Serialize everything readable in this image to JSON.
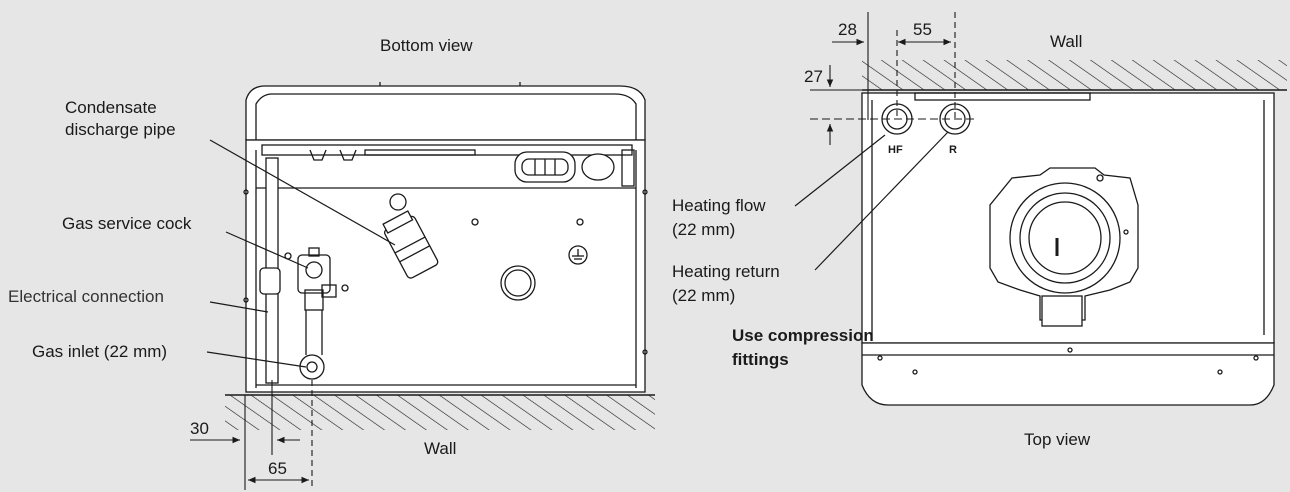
{
  "bottom_view": {
    "title": "Bottom view",
    "wall": "Wall",
    "labels": {
      "condensate_line1": "Condensate",
      "condensate_line2": "discharge pipe",
      "gas_cock": "Gas service cock",
      "electrical": "Electrical connection",
      "gas_inlet": "Gas inlet (22 mm)"
    },
    "dimensions": {
      "d30": "30",
      "d65": "65"
    }
  },
  "top_view": {
    "title": "Top view",
    "wall": "Wall",
    "labels": {
      "flow_line1": "Heating flow",
      "flow_line2": "(22 mm)",
      "return_line1": "Heating return",
      "return_line2": "(22 mm)",
      "note_line1": "Use compression",
      "note_line2": "fittings",
      "hf": "HF",
      "r": "R"
    },
    "dimensions": {
      "d28": "28",
      "d55": "55",
      "d27": "27"
    }
  },
  "colors": {
    "background": "#e6e6e6",
    "line": "#1a1a1a",
    "fill": "#ffffff"
  }
}
